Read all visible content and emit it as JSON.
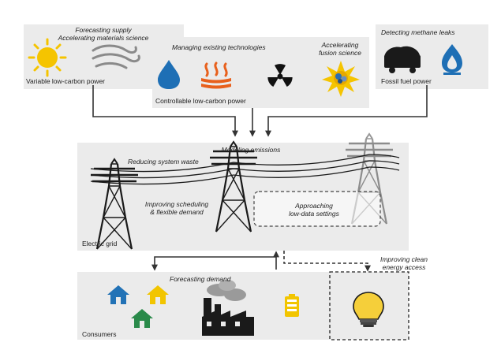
{
  "supply": {
    "variable": {
      "applications": [
        "Forecasting supply",
        "Accelerating materials science"
      ],
      "label": "Variable low-carbon power",
      "icons": [
        "sun-icon",
        "wind-icon"
      ]
    },
    "controllable": {
      "applications": [
        "Managing existing technologies"
      ],
      "fusion_note": [
        "Accelerating",
        "fusion science"
      ],
      "label": "Controllable low-carbon power",
      "icons": [
        "water-drop-icon",
        "geothermal-icon",
        "nuclear-icon",
        "fusion-icon"
      ]
    },
    "fossil": {
      "applications": [
        "Detecting methane leaks"
      ],
      "label": "Fossil fuel power",
      "icons": [
        "coal-cart-icon",
        "gas-flame-icon"
      ]
    }
  },
  "grid": {
    "header": "Modeling emissions",
    "waste": "Reducing system waste",
    "scheduling": [
      "Improving scheduling",
      "& flexible demand"
    ],
    "lowdata": [
      "Approaching",
      "low-data settings"
    ],
    "label": "Electric grid",
    "icons": [
      "transmission-tower-icon"
    ]
  },
  "consumers": {
    "forecast": "Forecasting demand",
    "label": "Consumers",
    "icons": [
      "house-icon",
      "factory-icon",
      "battery-icon"
    ]
  },
  "access": {
    "label": [
      "Improving clean",
      "energy access"
    ],
    "icons": [
      "light-bulb-icon"
    ]
  },
  "colors": {
    "panel": "#ebebeb",
    "sun": "#f5c400",
    "water": "#1e6fb5",
    "geothermal": "#e8601c",
    "house_blue": "#2272b6",
    "house_yellow": "#f2c500",
    "house_green": "#2a8a4a",
    "battery": "#f2c500",
    "bulb": "#f5cf3a",
    "lines": "#333333"
  }
}
